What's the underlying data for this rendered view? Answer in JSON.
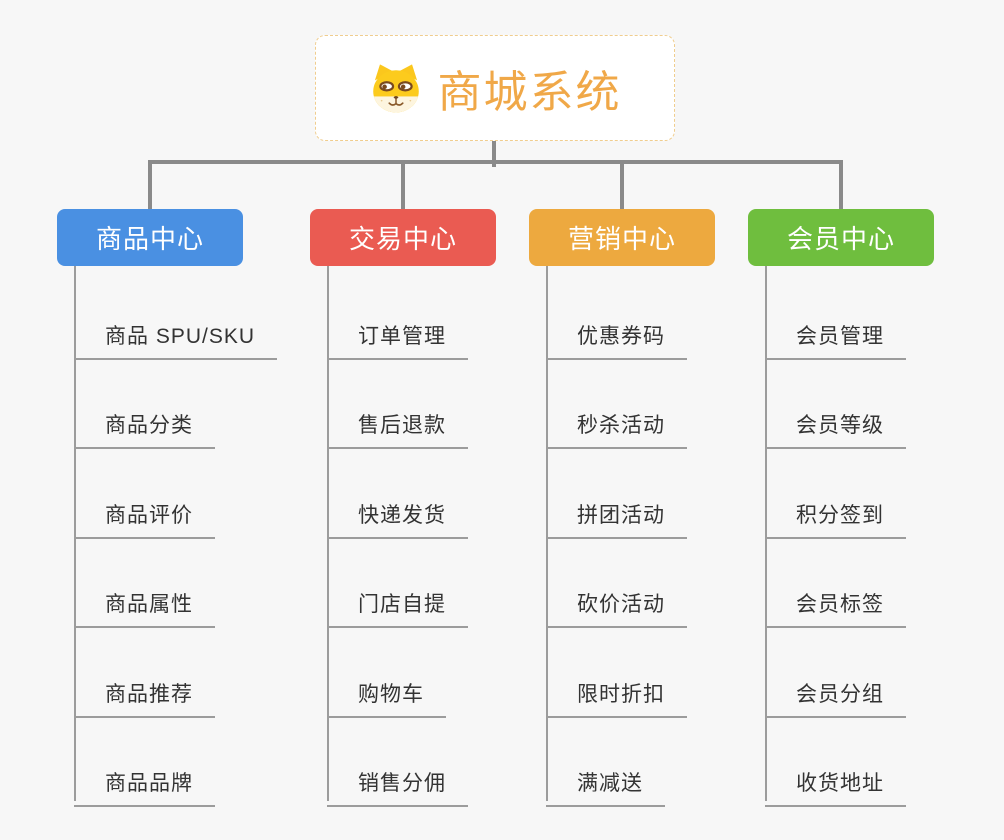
{
  "root": {
    "title": "商城系统",
    "icon": "shiba-dog-icon"
  },
  "branches": [
    {
      "label": "商品中心",
      "color": "#4a90e2",
      "children": [
        "商品 SPU/SKU",
        "商品分类",
        "商品评价",
        "商品属性",
        "商品推荐",
        "商品品牌"
      ]
    },
    {
      "label": "交易中心",
      "color": "#ea5b52",
      "children": [
        "订单管理",
        "售后退款",
        "快递发货",
        "门店自提",
        "购物车",
        "销售分佣"
      ]
    },
    {
      "label": "营销中心",
      "color": "#eda93f",
      "children": [
        "优惠券码",
        "秒杀活动",
        "拼团活动",
        "砍价活动",
        "限时折扣",
        "满减送"
      ]
    },
    {
      "label": "会员中心",
      "color": "#6fbe3e",
      "children": [
        "会员管理",
        "会员等级",
        "积分签到",
        "会员标签",
        "会员分组",
        "收货地址"
      ]
    }
  ],
  "colors": {
    "background": "#f7f7f7",
    "connector": "#8a8a8a",
    "child_line": "#9c9c9c",
    "child_text": "#333333",
    "root_text": "#f0a848",
    "root_border": "#f0cd8e",
    "root_background": "#ffffff",
    "node_text": "#ffffff"
  }
}
